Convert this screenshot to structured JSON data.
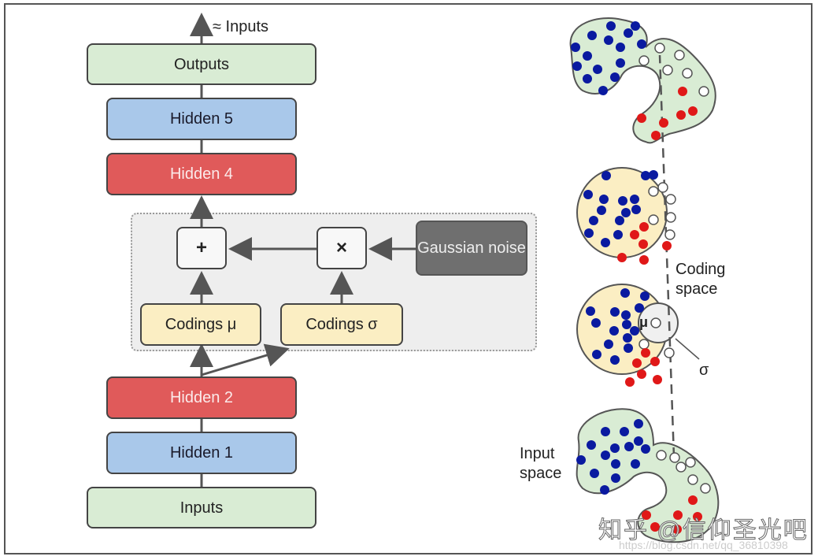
{
  "encoder_decoder": {
    "top_label": "≈ Inputs",
    "outputs": "Outputs",
    "hidden5": "Hidden 5",
    "hidden4": "Hidden 4",
    "plus": "+",
    "times": "×",
    "gaussian_noise": "Gaussian noise",
    "codings_mu": "Codings μ",
    "codings_sigma": "Codings σ",
    "hidden2": "Hidden 2",
    "hidden1": "Hidden 1",
    "inputs": "Inputs"
  },
  "space_illustration": {
    "coding_space_label": "Coding space",
    "input_space_label": "Input space",
    "mu_symbol": "μ",
    "sigma_symbol": "σ"
  },
  "watermark": {
    "text": "知乎 @信仰圣光吧",
    "url": "https://blog.csdn.net/qq_36810398"
  },
  "colors": {
    "blue_dot": "#0a1aa0",
    "red_dot": "#e01818",
    "green_region": "#d9ecd4",
    "yellow_region": "#fbeec3"
  }
}
